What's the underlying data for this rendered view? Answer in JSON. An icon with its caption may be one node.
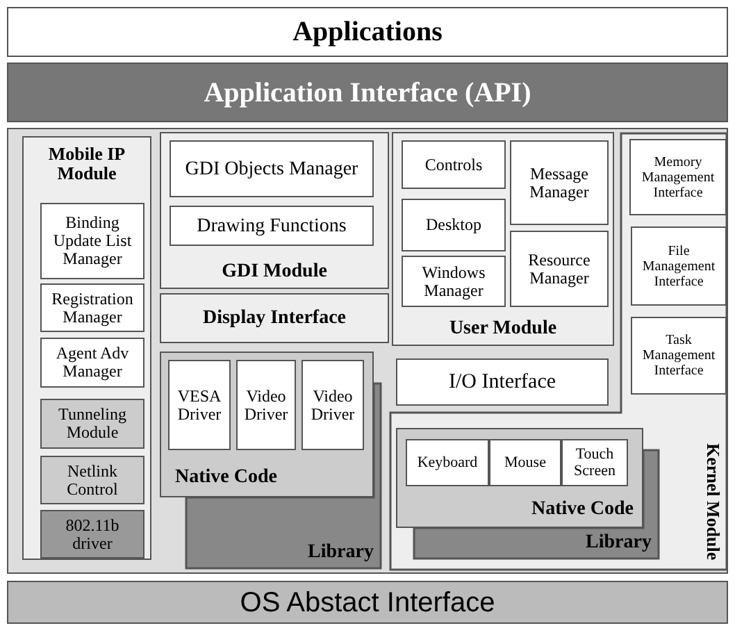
{
  "diagram": {
    "nodes": [
      {
        "text": [
          "Applications"
        ]
      },
      {
        "text": [
          "Application Interface (API)"
        ]
      },
      {
        "text": [
          "Mobile IP Module"
        ]
      },
      {
        "text": [
          "Binding Update List Manager"
        ],
        "in": 2
      },
      {
        "text": [
          "Registration Manager"
        ],
        "in": 2
      },
      {
        "text": [
          "Agent Adv Manager"
        ],
        "in": 2
      },
      {
        "text": [
          "Tunneling Module"
        ],
        "in": 2
      },
      {
        "text": [
          "Netlink Control"
        ],
        "in": 2
      },
      {
        "text": [
          "802.11b driver"
        ],
        "in": 2
      },
      {
        "text": [
          "GDI Module"
        ]
      },
      {
        "text": [
          "GDI Objects Manager"
        ],
        "in": 9
      },
      {
        "text": [
          "Drawing Functions"
        ],
        "in": 9
      },
      {
        "text": [
          "Display Interface"
        ]
      },
      {
        "text": [
          "Library"
        ]
      },
      {
        "text": [
          "Native Code"
        ]
      },
      {
        "text": [
          "VESA Driver"
        ],
        "in": 14
      },
      {
        "text": [
          "Video Driver"
        ],
        "in": 14
      },
      {
        "text": [
          "Video Driver"
        ],
        "in": 14
      },
      {
        "text": [
          "User Module"
        ]
      },
      {
        "text": [
          "Controls"
        ],
        "in": 18
      },
      {
        "text": [
          "Desktop"
        ],
        "in": 18
      },
      {
        "text": [
          "Windows Manager"
        ],
        "in": 18
      },
      {
        "text": [
          "Message Manager"
        ],
        "in": 18
      },
      {
        "text": [
          "Resource Manager"
        ],
        "in": 18
      },
      {
        "text": [
          "I/O Interface"
        ]
      },
      {
        "text": [
          "Kernel Module"
        ]
      },
      {
        "text": [
          "Memory Management Interface"
        ],
        "in": 25
      },
      {
        "text": [
          "File Management Interface"
        ],
        "in": 25
      },
      {
        "text": [
          "Task Management Interface"
        ],
        "in": 25
      },
      {
        "text": [
          "Library"
        ],
        "in": 25
      },
      {
        "text": [
          "Native Code"
        ],
        "in": 25
      },
      {
        "text": [
          "Keyboard"
        ],
        "in": 30
      },
      {
        "text": [
          "Mouse"
        ],
        "in": 30
      },
      {
        "text": [
          "Touch Screen"
        ],
        "in": 30
      },
      {
        "text": [
          "OS Abstact Interface"
        ]
      }
    ]
  }
}
